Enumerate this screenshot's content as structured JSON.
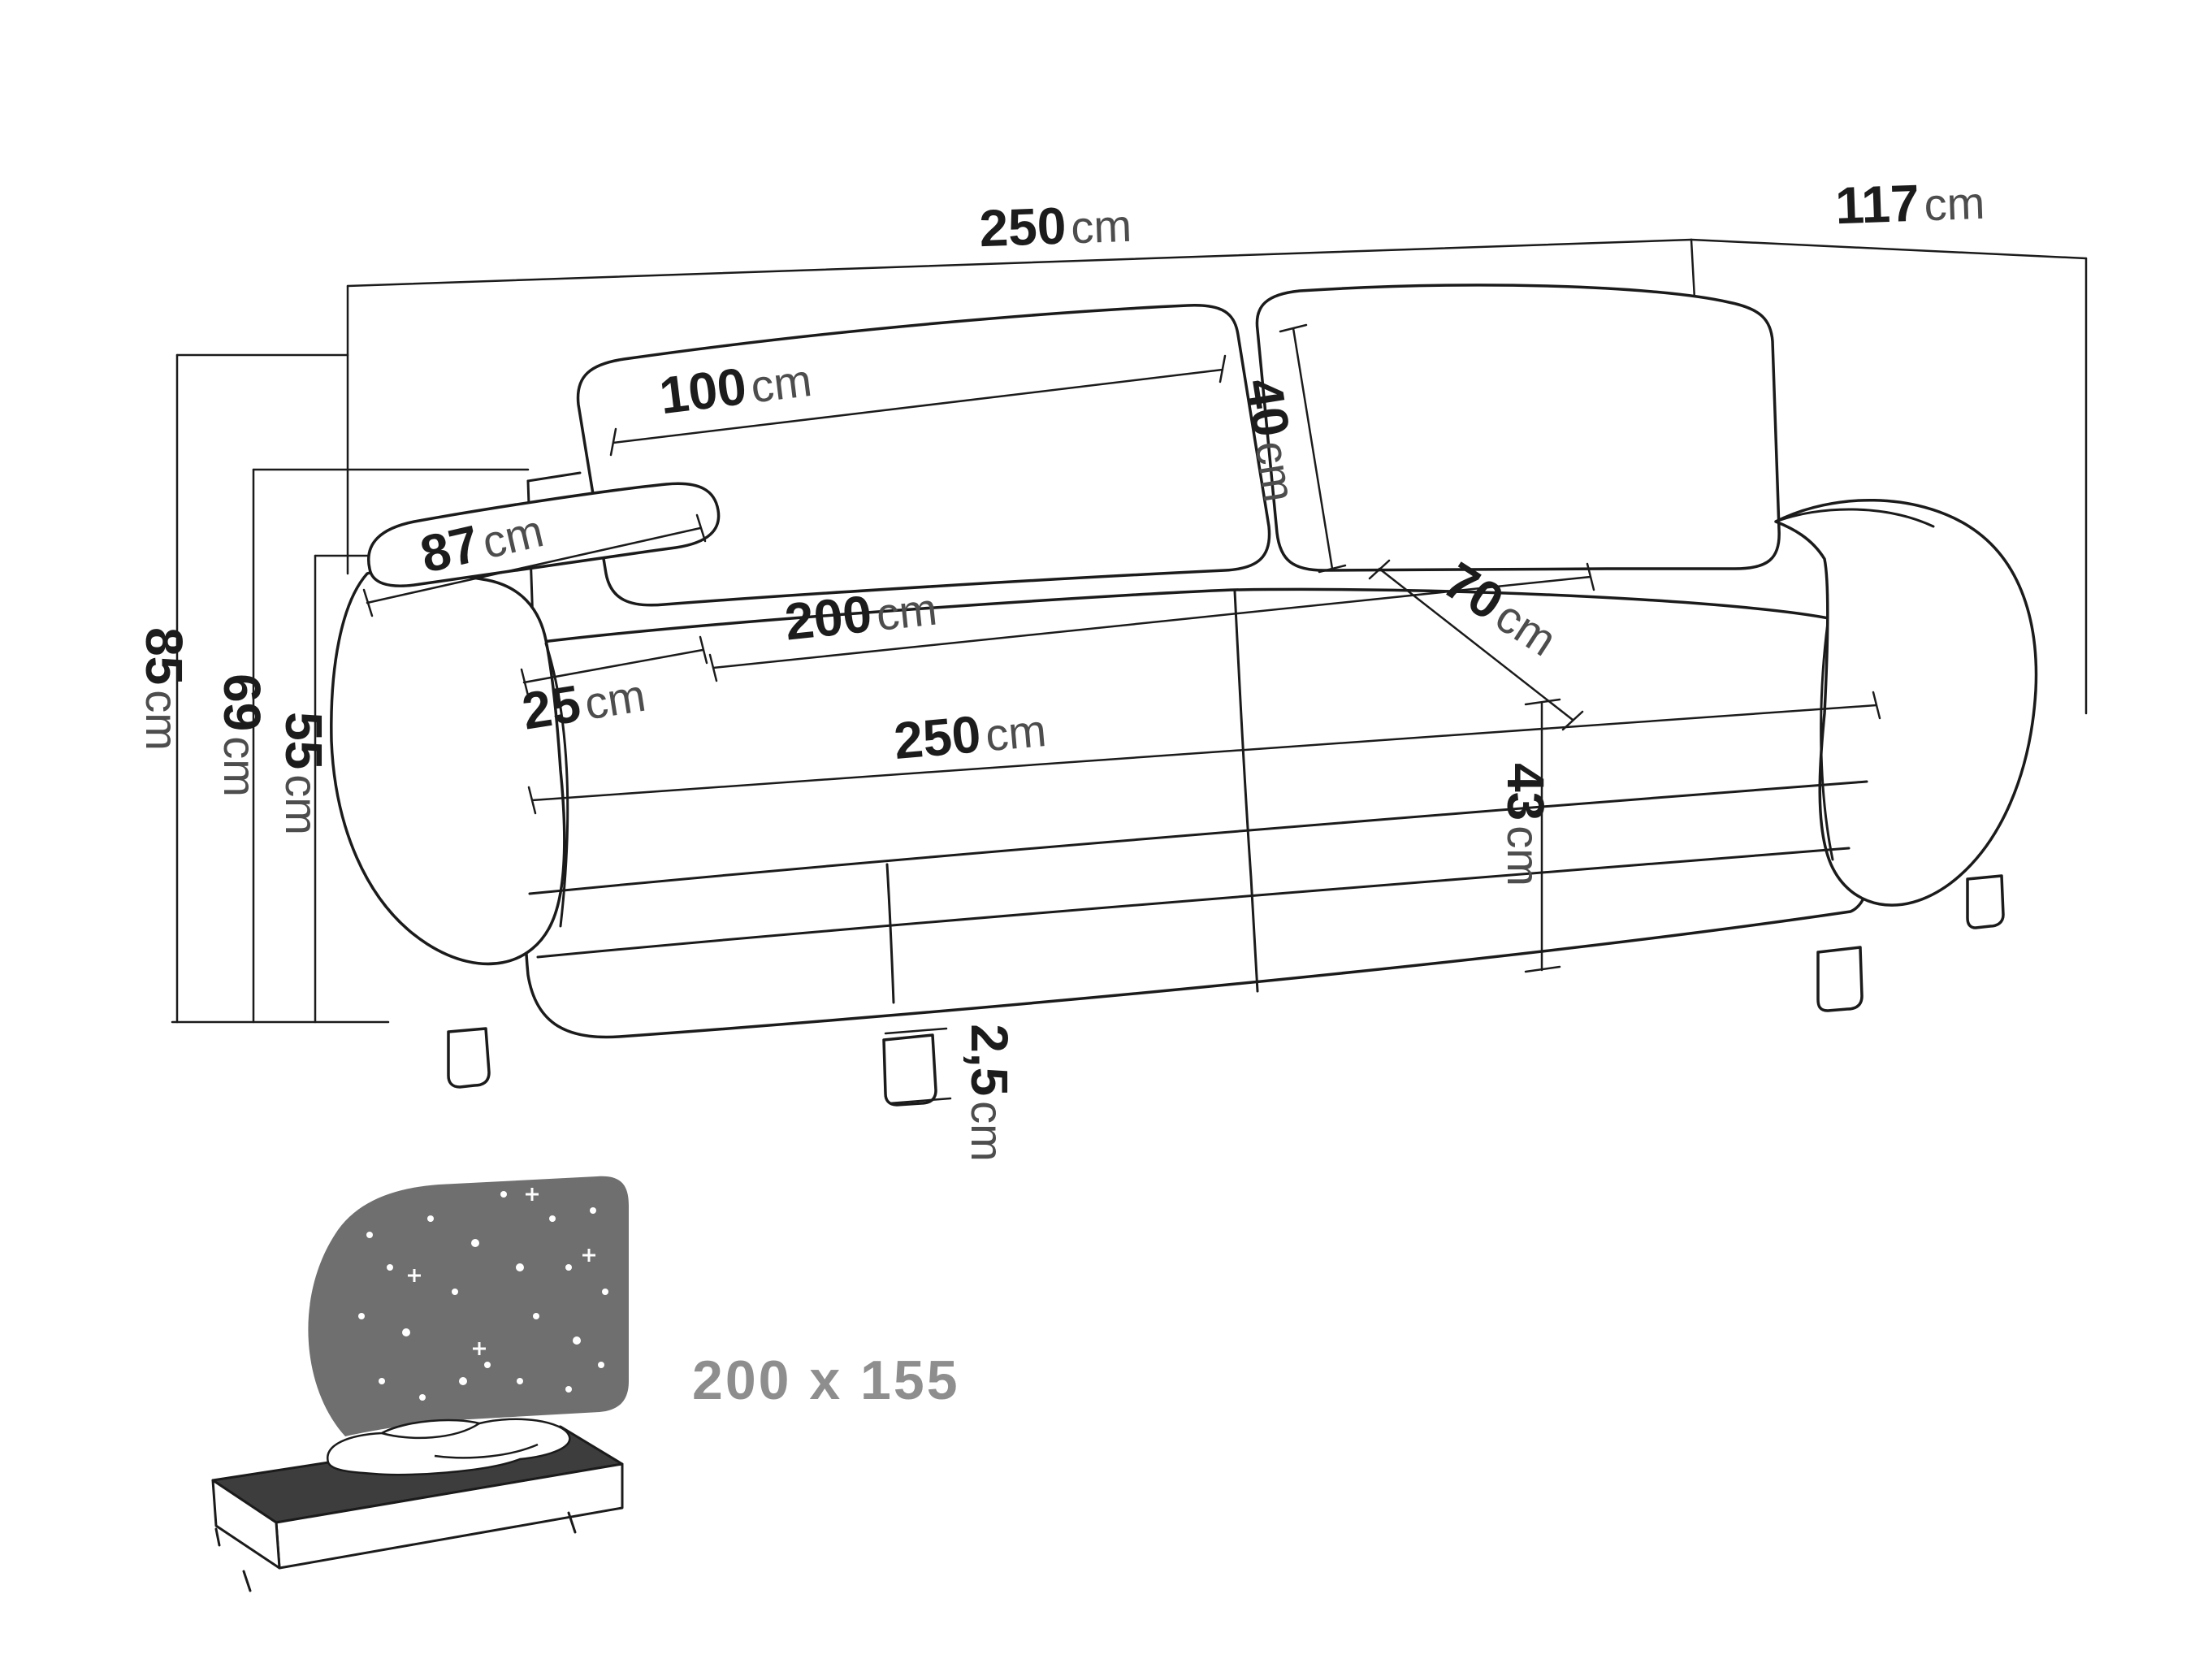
{
  "diagram": {
    "dimension_labels": {
      "overall_width": {
        "value": "250",
        "unit": "cm"
      },
      "overall_depth": {
        "value": "117",
        "unit": "cm"
      },
      "backrest_cushion_width": {
        "value": "100",
        "unit": "cm"
      },
      "backrest_cushion_height": {
        "value": "40",
        "unit": "cm"
      },
      "armrest_depth": {
        "value": "87",
        "unit": "cm"
      },
      "seat_width": {
        "value": "200",
        "unit": "cm"
      },
      "seat_depth": {
        "value": "70",
        "unit": "cm"
      },
      "armrest_width": {
        "value": "25",
        "unit": "cm"
      },
      "front_width": {
        "value": "250",
        "unit": "cm"
      },
      "seat_height": {
        "value": "43",
        "unit": "cm"
      },
      "total_height": {
        "value": "85",
        "unit": "cm"
      },
      "backrest_height": {
        "value": "69",
        "unit": "cm"
      },
      "armrest_height": {
        "value": "55",
        "unit": "cm"
      },
      "leg_height": {
        "value": "2,5",
        "unit": "cm"
      }
    },
    "sleeping_area": {
      "size_label": "200 x 155"
    },
    "colors": {
      "line": "#1b1b1b",
      "number_text": "#1c1c1c",
      "unit_text": "#4d4d4d",
      "bed_text": "#8e8e8e",
      "headboard": "#6f6f6f",
      "mattress_top": "#3d3d3d"
    }
  }
}
